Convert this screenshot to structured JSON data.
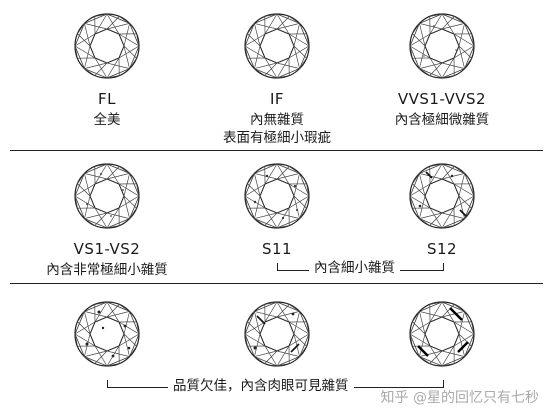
{
  "grades": [
    {
      "code": "FL",
      "desc": "全美",
      "desc2": ""
    },
    {
      "code": "IF",
      "desc": "內無雜質",
      "desc2": "表面有極細小瑕疵"
    },
    {
      "code": "VVS1-VVS2",
      "desc": "內含極細微雜質",
      "desc2": ""
    },
    {
      "code": "VS1-VS2",
      "desc": "內含非常極細小雜質",
      "desc2": ""
    },
    {
      "code": "S11",
      "desc": "",
      "desc2": ""
    },
    {
      "code": "S12",
      "desc": "",
      "desc2": ""
    }
  ],
  "groups": [
    {
      "text": "內含細小雜質"
    },
    {
      "text": "品質欠佳，內含肉眼可見雜質"
    }
  ],
  "watermark": "知乎 @星的回忆只有七秒",
  "colors": {
    "line": "#222222",
    "watermark": "#8c8c8c"
  }
}
